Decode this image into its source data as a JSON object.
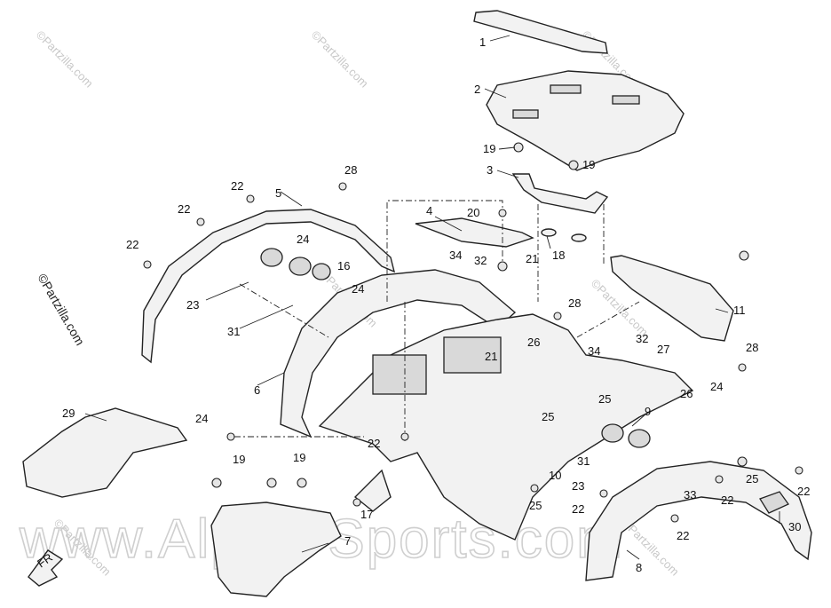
{
  "copyright": "©Partzilla.com",
  "watermarks": [
    "©Partzilla.com",
    "©Partzilla.com",
    "©Partzilla.com",
    "©Partzilla.com",
    "©Partzilla.com",
    "©Partzilla.com",
    "©Partzilla.com"
  ],
  "banner": "www.Alpha-Sports.com",
  "arrow_label": "FR",
  "callouts": {
    "c1": "1",
    "c2": "2",
    "c3": "3",
    "c4": "4",
    "c5": "5",
    "c6": "6",
    "c7": "7",
    "c8": "8",
    "c9": "9",
    "c10": "10",
    "c11": "11",
    "c16": "16",
    "c17": "17",
    "c18": "18",
    "c19a": "19",
    "c19b": "19",
    "c19c": "19",
    "c19d": "19",
    "c20": "20",
    "c21a": "21",
    "c21b": "21",
    "c22a": "22",
    "c22b": "22",
    "c22c": "22",
    "c22d": "22",
    "c22e": "22",
    "c22f": "22",
    "c22g": "22",
    "c22h": "22",
    "c23a": "23",
    "c23b": "23",
    "c24a": "24",
    "c24b": "24",
    "c24c": "24",
    "c24d": "24",
    "c25a": "25",
    "c25b": "25",
    "c25c": "25",
    "c25d": "25",
    "c26a": "26",
    "c26b": "26",
    "c27": "27",
    "c28a": "28",
    "c28b": "28",
    "c28c": "28",
    "c29": "29",
    "c30": "30",
    "c31a": "31",
    "c31b": "31",
    "c32a": "32",
    "c32b": "32",
    "c33": "33",
    "c34a": "34",
    "c34b": "34"
  }
}
